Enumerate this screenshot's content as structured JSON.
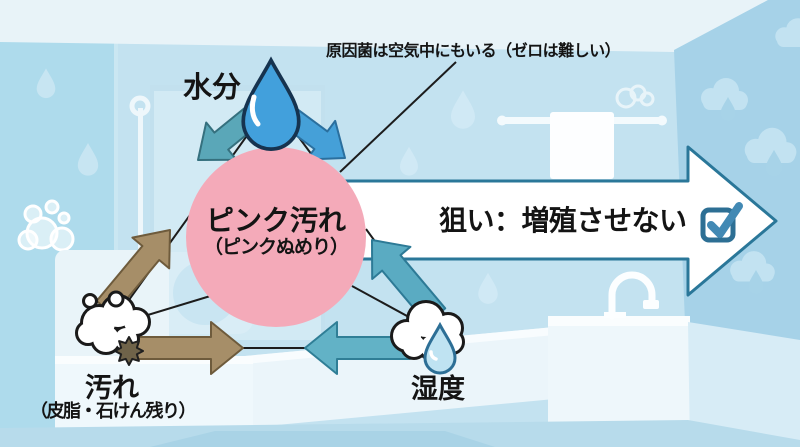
{
  "note": {
    "text": "原因菌は空気中にもいる（ゼロは難しい）"
  },
  "center": {
    "title": "ピンク汚れ",
    "subtitle": "（ピンクぬめり）"
  },
  "nodes": {
    "moisture": {
      "label": "水分",
      "icon": "water-drop-icon"
    },
    "dirt": {
      "label": "汚れ",
      "sublabel": "（皮脂・石けん残り）",
      "icon": "soap-foam-icon"
    },
    "humidity": {
      "label": "湿度",
      "icon": "cloud-drop-icon"
    }
  },
  "banner": {
    "label": "狙い：増殖させない",
    "icon": "checkbox-checked-icon"
  },
  "colors": {
    "pink_circle": "#f4aab9",
    "teal_arrow": "#5aabc2",
    "blue_arrow": "#45a0d8",
    "brown_arrow": "#a68e68",
    "banner_fill": "#ffffff",
    "banner_outline": "#2a7799",
    "checkbox": "#2d6f94",
    "line": "#1c1c1c",
    "wall": "#c3e2f0"
  }
}
